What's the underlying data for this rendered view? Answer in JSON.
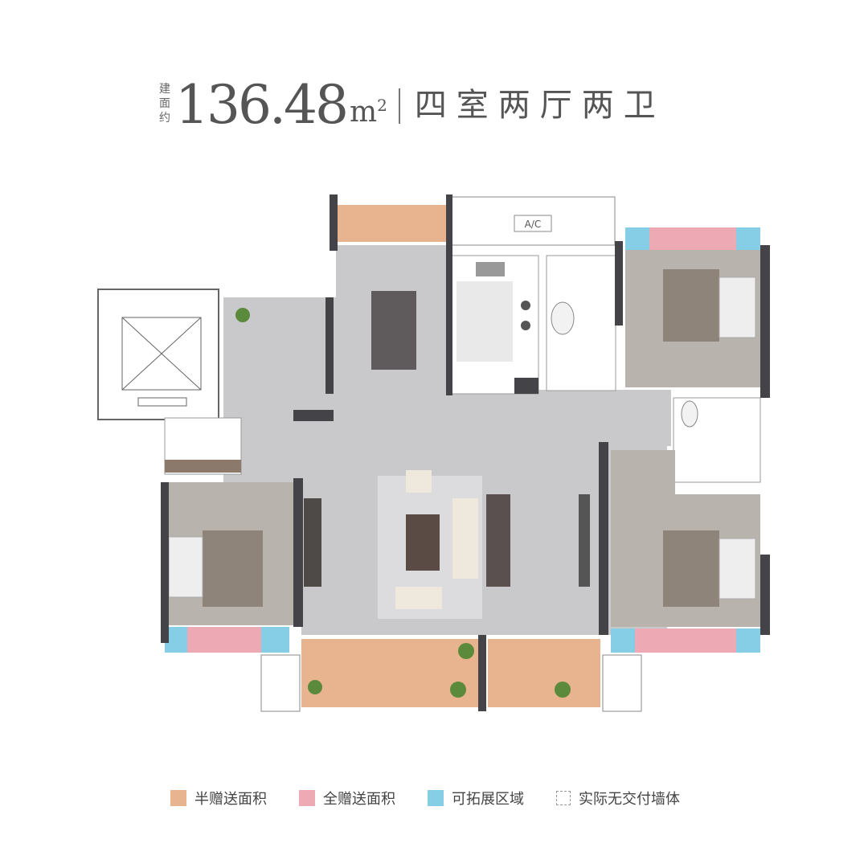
{
  "header": {
    "prefix": [
      "建",
      "面",
      "约"
    ],
    "area": "136.48",
    "unit": "m",
    "unit_sup": "2",
    "layout": "四室两厅两卫"
  },
  "plan": {
    "ac_label": "A/C"
  },
  "legend": [
    {
      "label": "半赠送面积",
      "color": "#e8b48f"
    },
    {
      "label": "全赠送面积",
      "color": "#eeaab4"
    },
    {
      "label": "可拓展区域",
      "color": "#86cde6"
    },
    {
      "label": "实际无交付墙体",
      "color": "dashed"
    }
  ],
  "colors": {
    "floor": "#c9c9cb",
    "wall": "#444448",
    "bedroom_floor": "#b8b3ad",
    "half_gift": "#e8b48f",
    "full_gift": "#eeaab4",
    "expandable": "#86cde6"
  }
}
